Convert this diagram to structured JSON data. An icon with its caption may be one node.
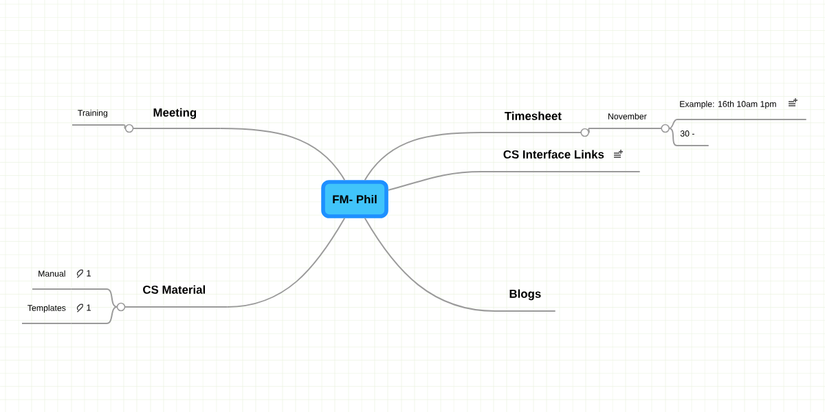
{
  "diagram": {
    "nodes": [
      {
        "text": [
          "FM- Phil"
        ]
      },
      {
        "text": [
          "Meeting"
        ]
      },
      {
        "text": [
          "Training"
        ]
      },
      {
        "text": [
          "Timesheet"
        ]
      },
      {
        "text": [
          "November"
        ]
      },
      {
        "text": [
          "Example: 16th 10am 1pm"
        ]
      },
      {
        "text": [
          "30 -"
        ]
      },
      {
        "text": [
          "CS Interface Links"
        ]
      },
      {
        "text": [
          "Blogs"
        ]
      },
      {
        "text": [
          "CS Material"
        ]
      },
      {
        "text": [
          "Manual"
        ],
        "beside": [
          "1"
        ]
      },
      {
        "text": [
          "Templates"
        ],
        "beside": [
          "1"
        ]
      }
    ],
    "edges": [
      {
        "from": 0,
        "to": 1,
        "arrow": "none"
      },
      {
        "from": 1,
        "to": 2,
        "arrow": "none"
      },
      {
        "from": 0,
        "to": 3,
        "arrow": "none"
      },
      {
        "from": 3,
        "to": 4,
        "arrow": "none"
      },
      {
        "from": 4,
        "to": 5,
        "arrow": "none"
      },
      {
        "from": 4,
        "to": 6,
        "arrow": "none"
      },
      {
        "from": 0,
        "to": 7,
        "arrow": "none"
      },
      {
        "from": 0,
        "to": 8,
        "arrow": "none"
      },
      {
        "from": 0,
        "to": 9,
        "arrow": "none"
      },
      {
        "from": 9,
        "to": 10,
        "arrow": "none"
      },
      {
        "from": 9,
        "to": 11,
        "arrow": "none"
      }
    ]
  }
}
